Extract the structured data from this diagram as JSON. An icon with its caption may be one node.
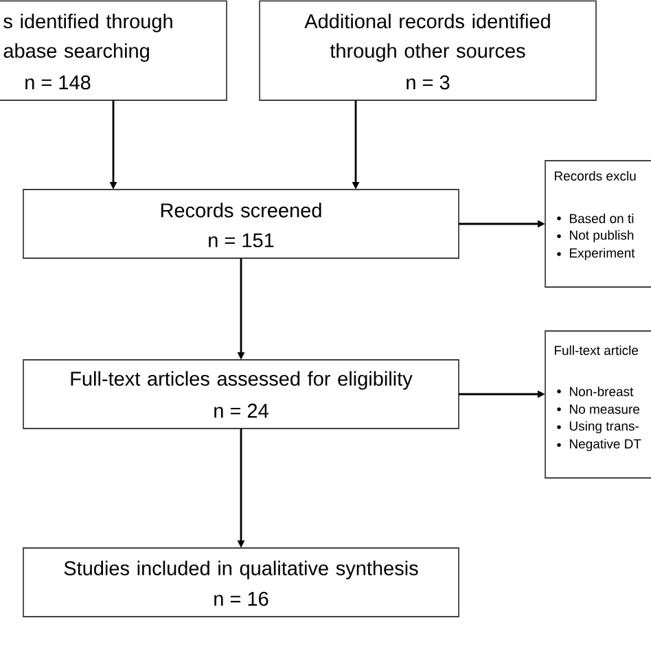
{
  "diagram": {
    "nodes": [
      {
        "text": [
          "s identified through abase searching",
          "n = 148"
        ]
      },
      {
        "text": [
          "Additional records identified through other sources",
          "n = 3"
        ]
      },
      {
        "text": [
          "Records screened",
          "n = 151"
        ]
      },
      {
        "text": [
          "Records exclu",
          "Based on ti",
          "Not publish",
          "Experiment"
        ]
      },
      {
        "text": [
          "Full-text articles assessed for eligibility",
          "n = 24"
        ]
      },
      {
        "text": [
          "Full-text article",
          "Non-breast",
          "No measure",
          "Using trans-",
          "Negative DT"
        ]
      },
      {
        "text": [
          "Studies included in qualitative synthesis",
          "n = 16"
        ]
      }
    ],
    "edges": [
      {
        "from": 0,
        "to": 2,
        "arrow": "to"
      },
      {
        "from": 1,
        "to": 2,
        "arrow": "to"
      },
      {
        "from": 2,
        "to": 3,
        "arrow": "to"
      },
      {
        "from": 2,
        "to": 4,
        "arrow": "to"
      },
      {
        "from": 4,
        "to": 5,
        "arrow": "to"
      },
      {
        "from": 4,
        "to": 6,
        "arrow": "to"
      }
    ]
  }
}
